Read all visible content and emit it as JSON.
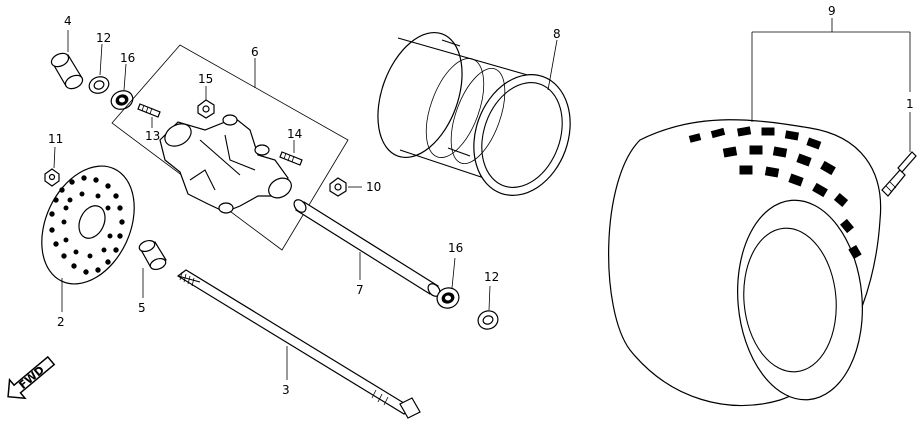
{
  "diagram": {
    "callouts": {
      "c1": "1",
      "c2": "2",
      "c3": "3",
      "c4": "4",
      "c5": "5",
      "c6": "6",
      "c7": "7",
      "c8": "8",
      "c9": "9",
      "c10": "10",
      "c11": "11",
      "c12a": "12",
      "c12b": "12",
      "c13": "13",
      "c14": "14",
      "c15": "15",
      "c16a": "16",
      "c16b": "16"
    },
    "fwd_label": "FWD"
  }
}
